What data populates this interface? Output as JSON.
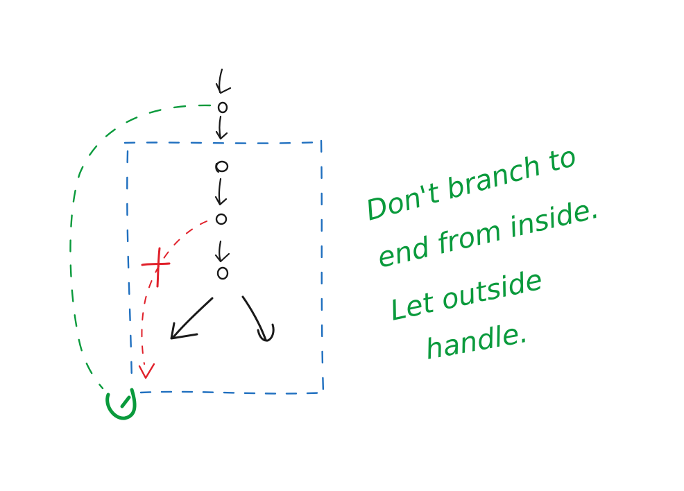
{
  "colors": {
    "background": "#ffffff",
    "flow_ink": "#1a1a1a",
    "boundary_blue": "#1f6fbf",
    "note_green": "#0a9a3c",
    "forbidden_red": "#e0202a"
  },
  "diagram": {
    "nodes": [
      {
        "id": "node-1",
        "shape": "circle"
      },
      {
        "id": "node-2",
        "shape": "circle"
      },
      {
        "id": "node-3",
        "shape": "circle"
      },
      {
        "id": "node-4",
        "shape": "circle"
      }
    ],
    "branches": [
      {
        "id": "branch-left"
      },
      {
        "id": "branch-right"
      }
    ],
    "forbidden_mark": "x-mark",
    "note": {
      "lines": [
        "Don't branch to",
        "end from inside.",
        "Let  outside",
        "handle."
      ]
    }
  }
}
